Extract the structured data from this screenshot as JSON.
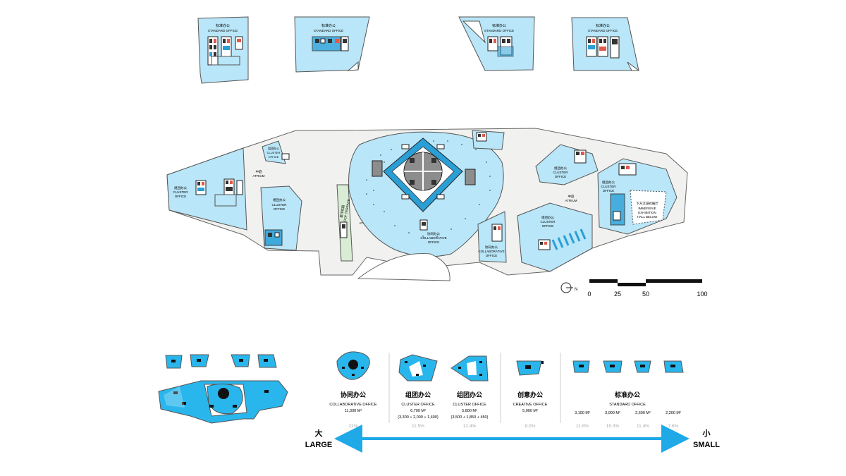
{
  "plan": {
    "standard_label_cn": "标准办公",
    "standard_label_en": "STANDARD OFFICE",
    "cluster_label_cn": "组团办公",
    "cluster_label_en_line1": "CLUSTER",
    "cluster_label_en_line2": "OFFICE",
    "atrium_cn": "中庭",
    "atrium_en": "ATRIUM",
    "collab_cn": "协同办公",
    "collab_en_line1": "COLLABORATIVE",
    "collab_en_line2": "OFFICE",
    "roof_terrace_cn": "屋顶花园",
    "roof_terrace_en": "ROOF TERRACE",
    "immersive_cn": "下方沉浸式展厅",
    "immersive_en_line1": "IMMERSIVE",
    "immersive_en_line2": "EXHIBITION",
    "immersive_en_line3": "HALL BELOW"
  },
  "scale": {
    "north_letter": "N",
    "labels": [
      "0",
      "25",
      "50",
      "100"
    ]
  },
  "legend": {
    "categories": [
      {
        "cn": "协同办公",
        "en": "COLLABORATIVE OFFICE",
        "area": "11,300 M²",
        "breakdown": "",
        "percent": "22%"
      },
      {
        "cn": "组团办公",
        "en": "CLUSTER OFFICE",
        "area": "6,700 M²",
        "breakdown": "(3,300 + 2,000 + 1,400)",
        "percent": "11.5%"
      },
      {
        "cn": "组团办公",
        "en": "CLUSTER OFFICE",
        "area": "5,800 M²",
        "breakdown": "(3,500 + 1,850 + 450)",
        "percent": "12.4%"
      },
      {
        "cn": "创意办公",
        "en": "CREATIVE OFFICE",
        "area": "5,000 M²",
        "breakdown": "",
        "percent": "8.0%"
      }
    ],
    "standard": {
      "cn": "标准办公",
      "en": "STANDARD OFFICE",
      "items": [
        {
          "area": "3,100 M²",
          "percent": "11.8%"
        },
        {
          "area": "3,000 M²",
          "percent": "15.3%"
        },
        {
          "area": "2,600 M²",
          "percent": "11.4%"
        },
        {
          "area": "2,200 M²",
          "percent": "7.6%"
        }
      ]
    },
    "size_arrow": {
      "large_cn": "大",
      "large_en": "LARGE",
      "small_cn": "小",
      "small_en": "SMALL"
    }
  },
  "colors": {
    "office_blue": "#b9e6f8",
    "key_blue": "#29b6ec",
    "arrow_blue": "#1fa9e6",
    "atrium_gray": "#f1f1f0",
    "terrace_green": "#d9ecd4",
    "core_gray": "#8d8d8d",
    "percent_gray": "#aaaaaa"
  }
}
